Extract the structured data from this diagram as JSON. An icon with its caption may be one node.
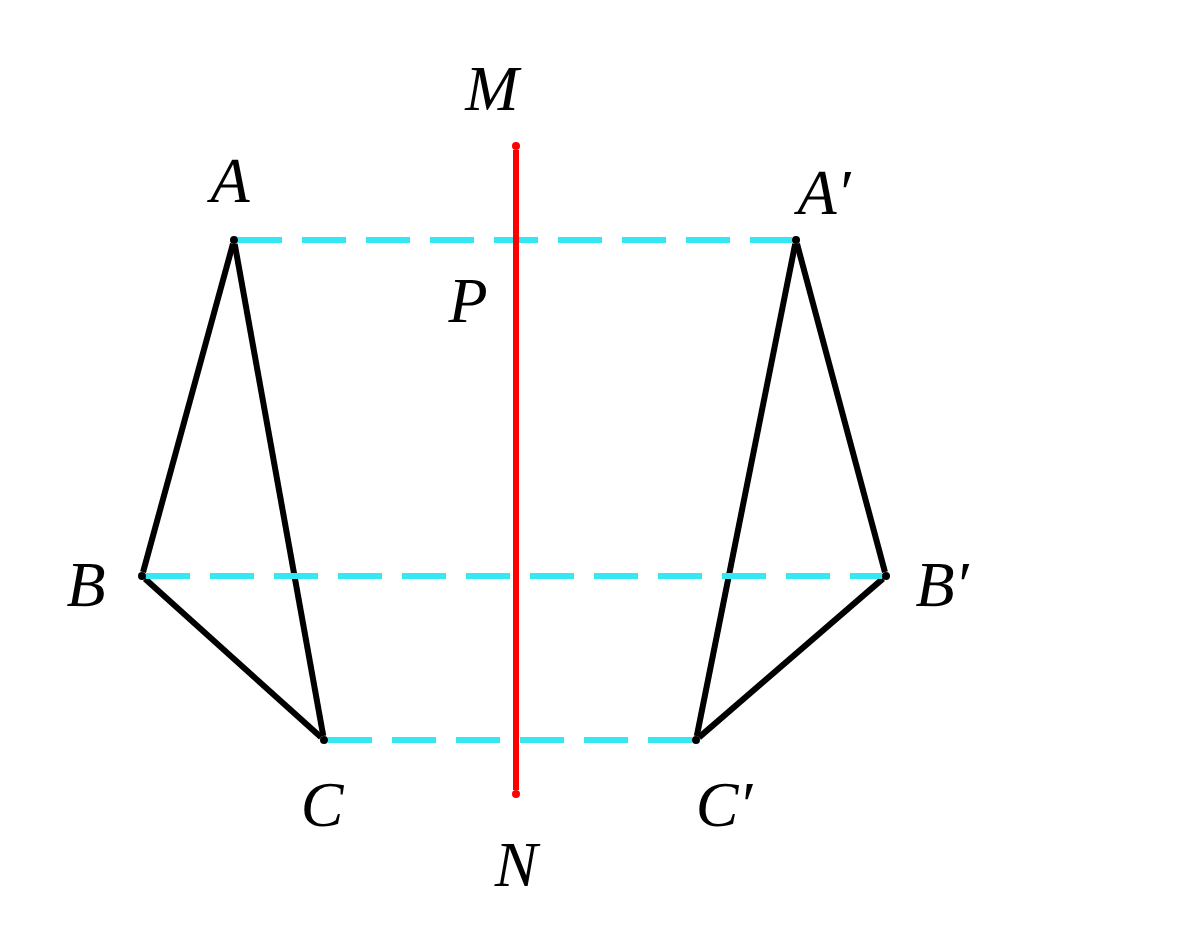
{
  "diagram": {
    "nodes": [
      {
        "text": [],
        "shape": "point",
        "beside": [
          "A"
        ]
      },
      {
        "text": [],
        "shape": "point",
        "beside": [
          "B"
        ]
      },
      {
        "text": [],
        "shape": "point",
        "beside": [
          "C"
        ]
      },
      {
        "text": [],
        "shape": "point",
        "beside": [
          "A′"
        ]
      },
      {
        "text": [],
        "shape": "point",
        "beside": [
          "B′"
        ]
      },
      {
        "text": [],
        "shape": "point",
        "beside": [
          "C′"
        ]
      },
      {
        "text": [],
        "shape": "point",
        "beside": [
          "M"
        ]
      },
      {
        "text": [],
        "shape": "point",
        "beside": [
          "N"
        ]
      }
    ],
    "edges": [
      {
        "from": 0,
        "to": 1,
        "arrow": "none"
      },
      {
        "from": 1,
        "to": 2,
        "arrow": "none"
      },
      {
        "from": 2,
        "to": 0,
        "arrow": "none"
      },
      {
        "from": 3,
        "to": 4,
        "arrow": "none"
      },
      {
        "from": 4,
        "to": 5,
        "arrow": "none"
      },
      {
        "from": 5,
        "to": 3,
        "arrow": "none"
      },
      {
        "from": 0,
        "to": 3,
        "arrow": "none",
        "style": "dashed",
        "color": "#33e8f2"
      },
      {
        "from": 1,
        "to": 4,
        "arrow": "none",
        "style": "dashed",
        "color": "#33e8f2"
      },
      {
        "from": 2,
        "to": 5,
        "arrow": "none",
        "style": "dashed",
        "color": "#33e8f2"
      },
      {
        "from": 6,
        "to": 7,
        "arrow": "none",
        "color": "#ff0000"
      }
    ],
    "labels": [
      "P"
    ]
  }
}
